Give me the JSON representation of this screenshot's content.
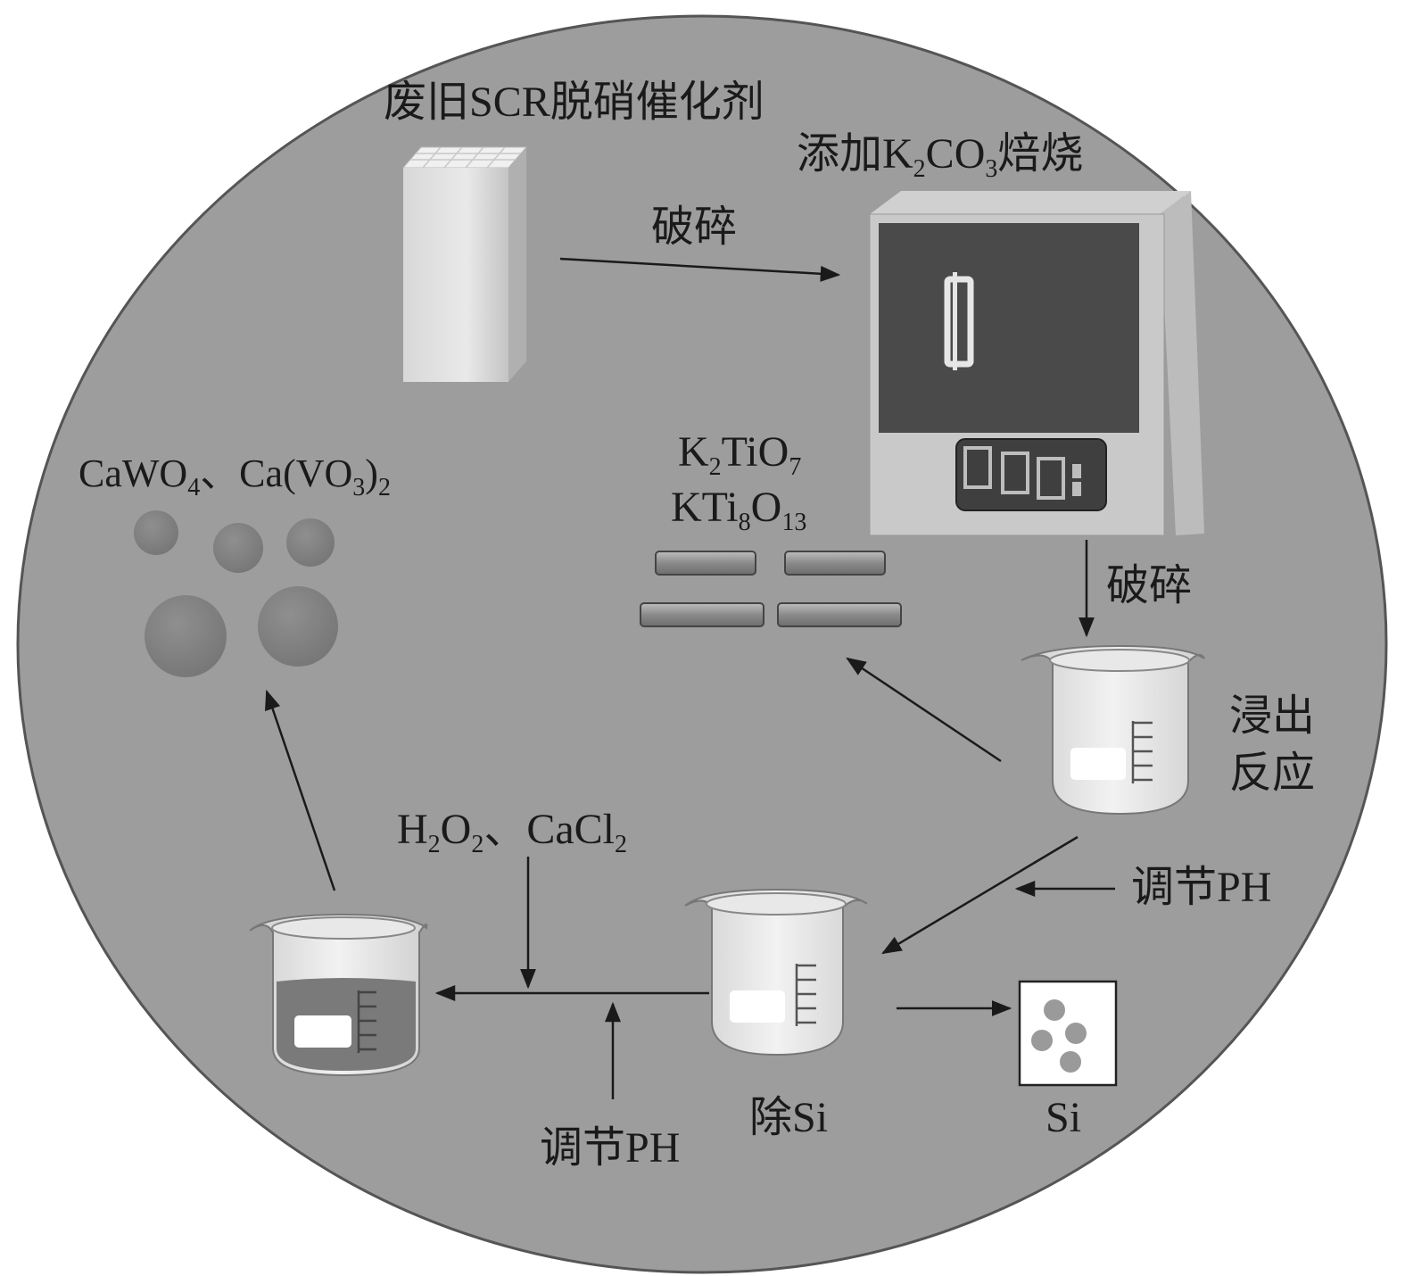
{
  "colors": {
    "circle_fill": "#9d9d9d",
    "circle_stroke": "#555555",
    "furnace_panel": "#4a4a4a",
    "particle": "#858585",
    "text": "#1a1a1a"
  },
  "labels": {
    "catalyst": "废旧SCR脱硝催化剂",
    "roast_prefix": "添加K",
    "roast_sub1": "2",
    "roast_mid": "CO",
    "roast_sub2": "3",
    "roast_suffix": "焙烧",
    "crush1": "破碎",
    "crush2": "破碎",
    "leach_line1": "浸出",
    "leach_line2": "反应",
    "ktio_k": "K",
    "ktio_k_sub": "2",
    "ktio_tio": "TiO",
    "ktio_o_sub": "7",
    "kti8_kti": "KTi",
    "kti8_ti_sub": "8",
    "kti8_o": "O",
    "kti8_o_sub": "13",
    "products_cawo": "CaWO",
    "products_cawo_sub": "4",
    "products_sep": "、Ca(VO",
    "products_vo_sub": "3",
    "products_close": ")",
    "products_close_sub": "2",
    "adjust_ph_right": "调节PH",
    "adjust_ph_bottom": "调节PH",
    "reagents_h": "H",
    "reagents_h_sub": "2",
    "reagents_o": "O",
    "reagents_o_sub": "2",
    "reagents_rest": "、CaCl",
    "reagents_cl_sub": "2",
    "remove_si": "除Si",
    "si_product": "Si"
  },
  "icons": [
    "catalyst-block-icon",
    "muffle-furnace-icon",
    "beaker-icon",
    "titanate-rod-icon",
    "precipitate-particle-icon",
    "silica-sample-icon"
  ]
}
